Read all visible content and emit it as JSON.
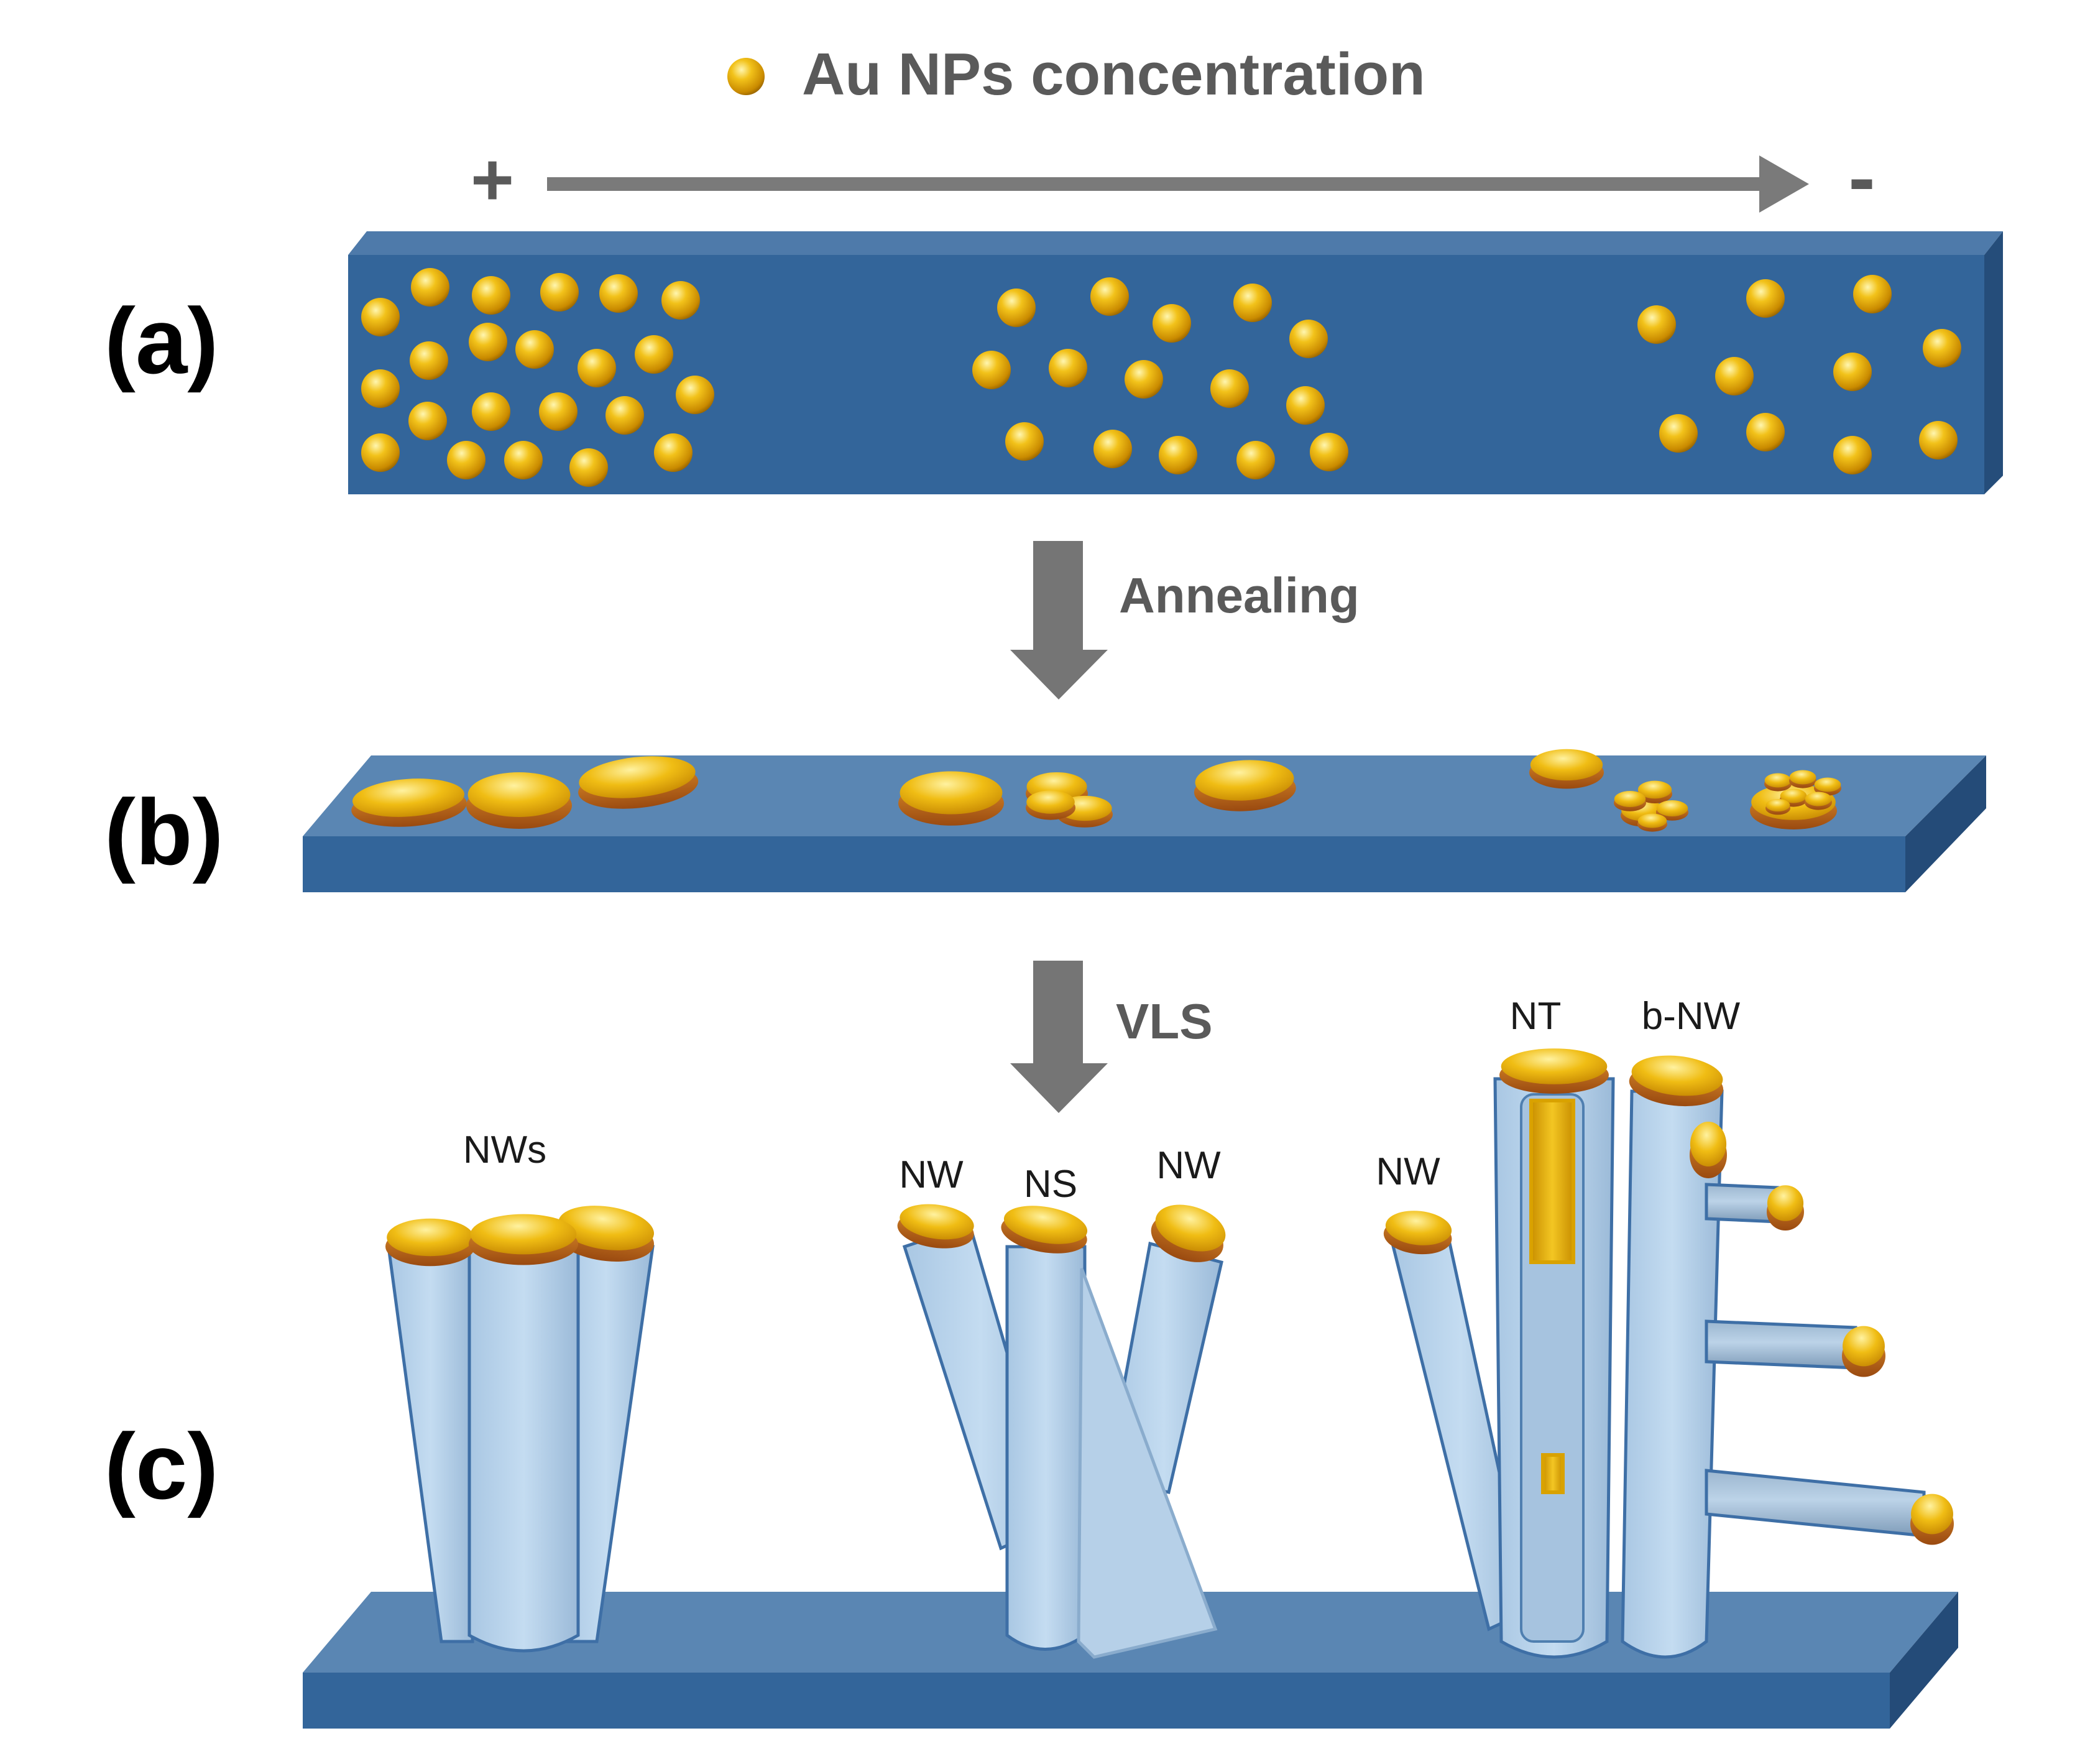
{
  "header": {
    "legend_label": "Au NPs concentration",
    "gradient_high": "+",
    "gradient_low": "-"
  },
  "steps": {
    "annealing": "Annealing",
    "vls": "VLS"
  },
  "panels": {
    "a": "(a)",
    "b": "(b)",
    "c": "(c)"
  },
  "structures": {
    "left_group": "NWs",
    "middle_left": "NW",
    "middle_center": "NS",
    "middle_right": "NW",
    "right_left": "NW",
    "right_tube": "NT",
    "right_branched": "b-NW"
  },
  "colors": {
    "substrate_a": "#33659a",
    "substrate_b": "#5a86b3",
    "gold": "#e8b414",
    "gold_rim": "#b5651d",
    "wire": "#bad7ef",
    "arrow": "#757575"
  }
}
